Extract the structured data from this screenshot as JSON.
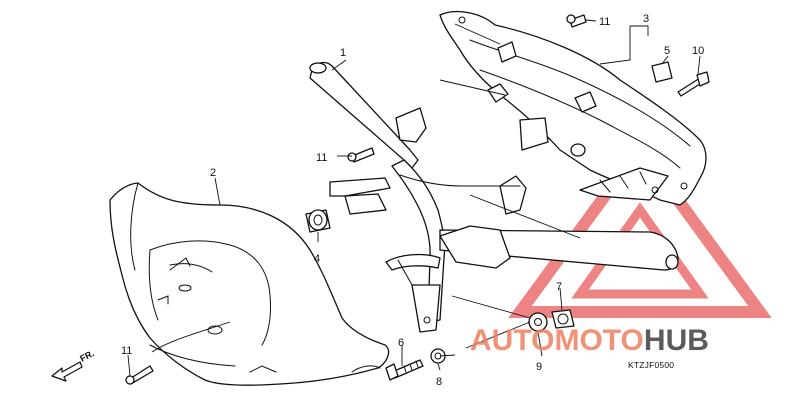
{
  "diagram": {
    "code": "KTZJF0500",
    "direction_label": "FR.",
    "callouts": [
      {
        "id": "c1",
        "label": "1"
      },
      {
        "id": "c2",
        "label": "2"
      },
      {
        "id": "c3",
        "label": "3"
      },
      {
        "id": "c4",
        "label": "4"
      },
      {
        "id": "c5",
        "label": "5"
      },
      {
        "id": "c6",
        "label": "6"
      },
      {
        "id": "c7",
        "label": "7"
      },
      {
        "id": "c8",
        "label": "8"
      },
      {
        "id": "c9",
        "label": "9"
      },
      {
        "id": "c10",
        "label": "10"
      },
      {
        "id": "c11a",
        "label": "11"
      },
      {
        "id": "c11b",
        "label": "11"
      },
      {
        "id": "c11c",
        "label": "11"
      }
    ]
  },
  "watermark": {
    "part1": "AUTOMOTO",
    "part2": "HUB",
    "colors": {
      "triangle": "#e85a5a",
      "auto_text": "#f0c28a",
      "moto_text": "#ee7f5e",
      "hub_text": "#3f3f3f"
    }
  }
}
